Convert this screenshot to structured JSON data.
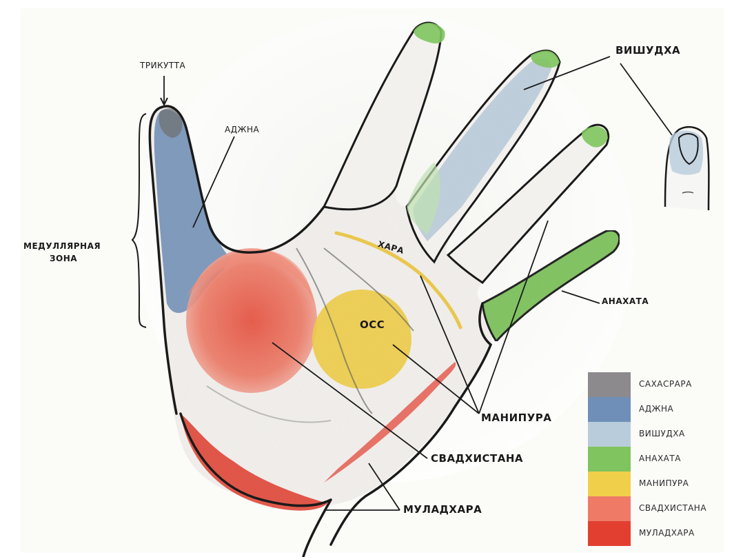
{
  "labels": {
    "trikutta": "ТРИКУТТА",
    "adzhna": "АДЖНА",
    "medullar_line1": "МЕДУЛЛЯРНАЯ",
    "medullar_line2": "ЗОНА",
    "vishudha": "ВИШУДХА",
    "hara": "ХАРА",
    "oss": "ОСС",
    "anahata": "АНАХАТА",
    "manipura": "МАНИПУРА",
    "svadhistana": "СВАДХИСТАНА",
    "muladhara": "МУЛАДХАРА"
  },
  "legend": [
    {
      "label": "САХАСРАРА",
      "color": "#8c8a8d"
    },
    {
      "label": "АДЖНА",
      "color": "#6f8fb8"
    },
    {
      "label": "ВИШУДХА",
      "color": "#b9ccdc"
    },
    {
      "label": "АНАХАТА",
      "color": "#7fc45e"
    },
    {
      "label": "МАНИПУРА",
      "color": "#f0cf4a"
    },
    {
      "label": "СВАДХИСТАНА",
      "color": "#ef7b67"
    },
    {
      "label": "МУЛАДХАРА",
      "color": "#e23f30"
    }
  ],
  "colors": {
    "sahasrara": "#8c8a8d",
    "adzhna": "#6f8fb8",
    "vishudha": "#b9ccdc",
    "anahata": "#7fc45e",
    "manipura": "#f0cf4a",
    "svadhistana": "#ef7b67",
    "muladhara": "#e23f30",
    "hara_line": "#e8c23c",
    "outline": "#1a1a1a"
  }
}
